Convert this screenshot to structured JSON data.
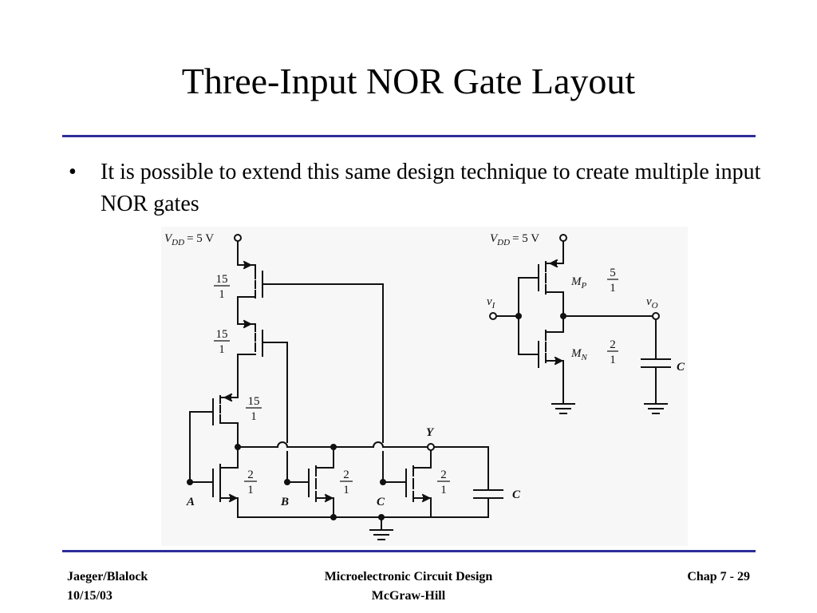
{
  "slide": {
    "title": "Three-Input NOR Gate Layout",
    "bullet": "It is possible to extend this same design technique to create multiple input NOR gates"
  },
  "nor_circuit": {
    "vdd": "V",
    "vdd_sub": "DD",
    "vdd_value": "= 5 V",
    "pmos_ratio_num": "15",
    "pmos_ratio_den": "1",
    "nmos_ratio_num": "2",
    "nmos_ratio_den": "1",
    "input_a": "A",
    "input_b": "B",
    "input_c": "C",
    "output": "Y",
    "cap": "C"
  },
  "inverter_circuit": {
    "vdd": "V",
    "vdd_sub": "DD",
    "vdd_value": "= 5 V",
    "input": "v",
    "input_sub": "I",
    "output": "v",
    "output_sub": "O",
    "mp": "M",
    "mp_sub": "P",
    "mp_ratio_num": "5",
    "mp_ratio_den": "1",
    "mn": "M",
    "mn_sub": "N",
    "mn_ratio_num": "2",
    "mn_ratio_den": "1",
    "cap": "C"
  },
  "footer": {
    "authors": "Jaeger/Blalock",
    "date": "10/15/03",
    "book": "Microelectronic Circuit Design",
    "publisher": "McGraw-Hill",
    "chapter": "Chap 7 - 29"
  },
  "colors": {
    "rule": "#2e2e9a",
    "figure_background": "#f7f7f7"
  }
}
